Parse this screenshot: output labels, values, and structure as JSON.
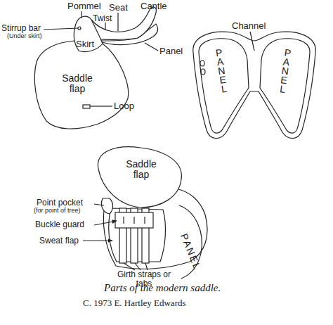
{
  "diagram": {
    "caption": "Parts of the modern saddle.",
    "labels": [
      "Pommel",
      "Twist",
      "Seat",
      "Cantle",
      "Stirrup bar",
      "(Under skirt)",
      "Skirt",
      "Panel",
      "Saddle flap",
      "Loop",
      "Channel",
      "PANEL",
      "PANEL",
      "Saddle flap",
      "Point pocket",
      "(for point of tree)",
      "Buckle guard",
      "Sweat flap",
      "Girth straps or tabs",
      "PANEL",
      "C. 1973 E. Hartley Edwards"
    ]
  }
}
